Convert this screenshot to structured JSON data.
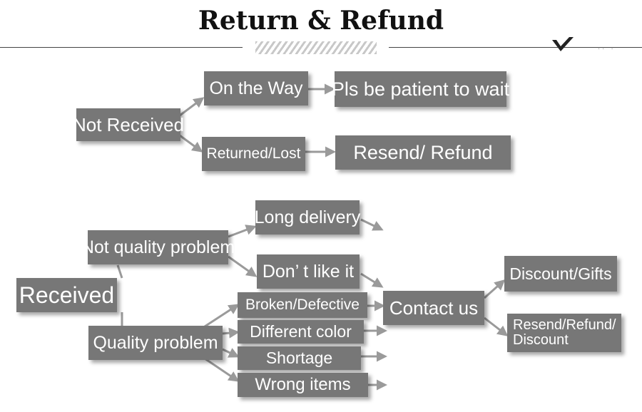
{
  "header": {
    "title": "Return & Refund"
  },
  "boxes": {
    "not_received": "Not Received",
    "on_the_way": "On the Way",
    "pls_wait": "Pls be patient to wait",
    "returned_lost": "Returned/Lost",
    "resend_refund": "Resend/ Refund",
    "received": "Received",
    "not_quality": "Not quality problem",
    "long_delivery": "Long delivery",
    "dont_like": "Don’ t like it",
    "quality": "Quality problem",
    "broken": "Broken/Defective",
    "different_color": "Different color",
    "shortage": "Shortage",
    "wrong_items": "Wrong items",
    "contact_us": "Contact us",
    "discount_gifts": "Discount/Gifts",
    "resend_refund_discount": "Resend/Refund/ Discount"
  },
  "colors": {
    "box": "#777777",
    "text": "#ffffff",
    "arrow": "#9a9a9a"
  }
}
